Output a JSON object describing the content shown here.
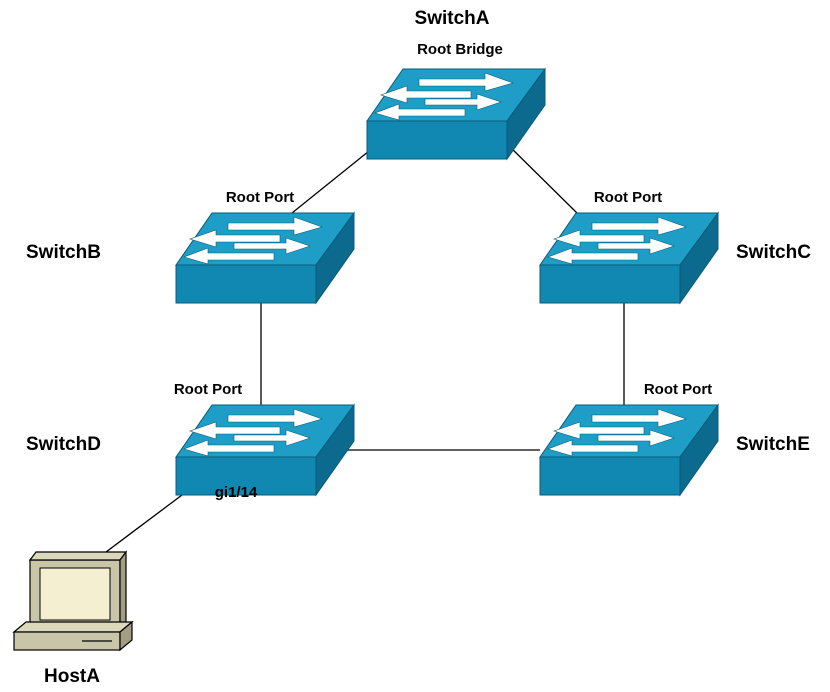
{
  "colors": {
    "switch_top": "#1e9ec6",
    "switch_front": "#1188b2",
    "switch_side": "#0b6a8e",
    "arrow": "#ffffff",
    "link": "#000000"
  },
  "switches": [
    {
      "id": "switchA",
      "name": "SwitchA",
      "sublabel": "Root Bridge",
      "icon": "switch-icon"
    },
    {
      "id": "switchB",
      "name": "SwitchB",
      "port_label": "Root Port",
      "icon": "switch-icon"
    },
    {
      "id": "switchC",
      "name": "SwitchC",
      "port_label": "Root Port",
      "icon": "switch-icon"
    },
    {
      "id": "switchD",
      "name": "SwitchD",
      "port_label": "Root Port",
      "interface_label": "gi1/14",
      "icon": "switch-icon"
    },
    {
      "id": "switchE",
      "name": "SwitchE",
      "port_label": "Root Port",
      "icon": "switch-icon"
    }
  ],
  "hosts": [
    {
      "id": "hostA",
      "name": "HostA",
      "icon": "computer-icon"
    }
  ],
  "links": [
    {
      "from": "SwitchA",
      "to": "SwitchB"
    },
    {
      "from": "SwitchA",
      "to": "SwitchC"
    },
    {
      "from": "SwitchB",
      "to": "SwitchD"
    },
    {
      "from": "SwitchC",
      "to": "SwitchE"
    },
    {
      "from": "SwitchD",
      "to": "SwitchE"
    },
    {
      "from": "SwitchD",
      "to": "HostA"
    }
  ]
}
